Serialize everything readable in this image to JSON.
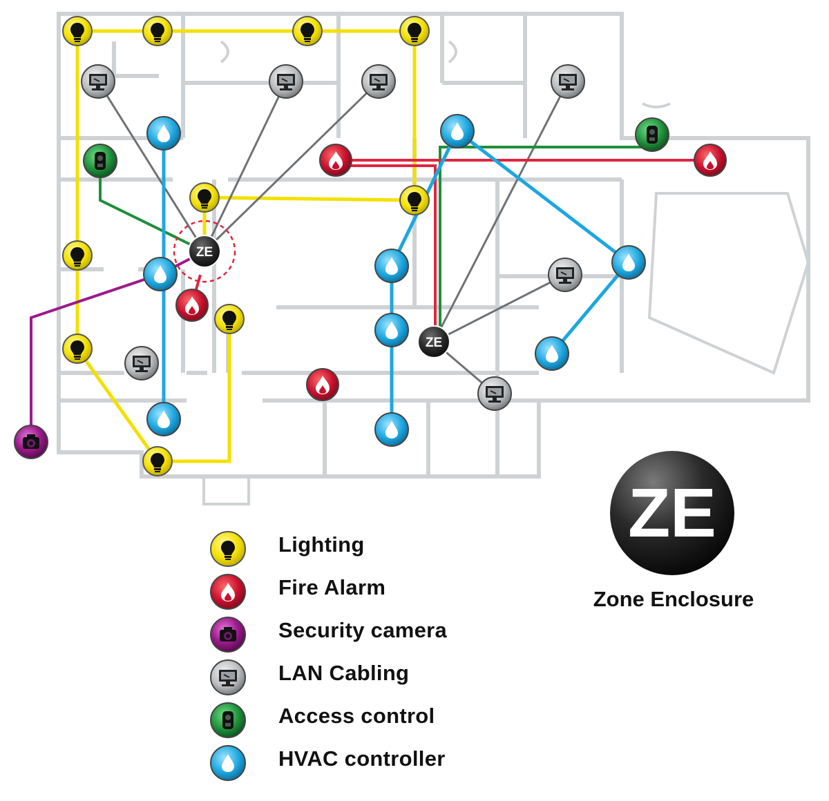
{
  "colors": {
    "lighting": "#f3e000",
    "fire_alarm": "#c8102e",
    "security_camera": "#9c1a8c",
    "lan_cabling": "#6e7275",
    "access_control": "#1f8f3a",
    "hvac_controller": "#1ea7df",
    "wall": "#cfd2d4",
    "zone_enclosure": "#222222"
  },
  "icons": {
    "lighting": "lightbulb-icon",
    "fire_alarm": "flame-icon",
    "security_camera": "camera-icon",
    "lan_cabling": "monitor-icon",
    "access_control": "keypad-icon",
    "hvac_controller": "droplet-icon",
    "zone_enclosure": "ze-icon"
  },
  "zone_enclosure": {
    "marker_text": "ZE",
    "big_text": "ZE",
    "caption": "Zone Enclosure"
  },
  "legend": [
    {
      "type": "lighting",
      "label": "Lighting"
    },
    {
      "type": "fire_alarm",
      "label": "Fire Alarm"
    },
    {
      "type": "security_camera",
      "label": "Security camera"
    },
    {
      "type": "lan_cabling",
      "label": "LAN Cabling"
    },
    {
      "type": "access_control",
      "label": "Access control"
    },
    {
      "type": "hvac_controller",
      "label": "HVAC controller"
    }
  ]
}
